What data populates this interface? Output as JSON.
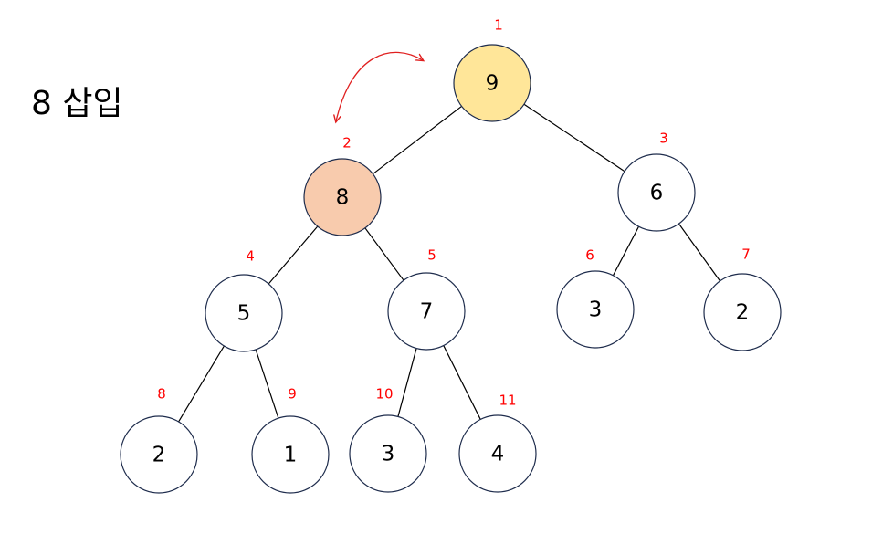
{
  "title": "8 삽입",
  "colors": {
    "edge": "#000000",
    "node_stroke": "#1f2d4d",
    "node_fill": "#ffffff",
    "root_fill": "#ffe699",
    "inserted_fill": "#f8cbad",
    "index_label": "#ff0000",
    "swap_arrow": "#e02020",
    "value_text": "#000000"
  },
  "nodes": [
    {
      "value": "9",
      "index": "1",
      "highlight": "root"
    },
    {
      "value": "8",
      "index": "2",
      "highlight": "inserted"
    },
    {
      "value": "6",
      "index": "3",
      "highlight": "none"
    },
    {
      "value": "5",
      "index": "4",
      "highlight": "none"
    },
    {
      "value": "7",
      "index": "5",
      "highlight": "none"
    },
    {
      "value": "3",
      "index": "6",
      "highlight": "none"
    },
    {
      "value": "2",
      "index": "7",
      "highlight": "none"
    },
    {
      "value": "2",
      "index": "8",
      "highlight": "none"
    },
    {
      "value": "1",
      "index": "9",
      "highlight": "none"
    },
    {
      "value": "3",
      "index": "10",
      "highlight": "none"
    },
    {
      "value": "4",
      "index": "11",
      "highlight": "none"
    }
  ],
  "edges": [
    [
      1,
      2
    ],
    [
      1,
      3
    ],
    [
      2,
      4
    ],
    [
      2,
      5
    ],
    [
      3,
      6
    ],
    [
      3,
      7
    ],
    [
      4,
      8
    ],
    [
      4,
      9
    ],
    [
      5,
      10
    ],
    [
      5,
      11
    ]
  ],
  "swap_arrow": {
    "between": [
      1,
      2
    ],
    "style": "double-headed-curved"
  }
}
